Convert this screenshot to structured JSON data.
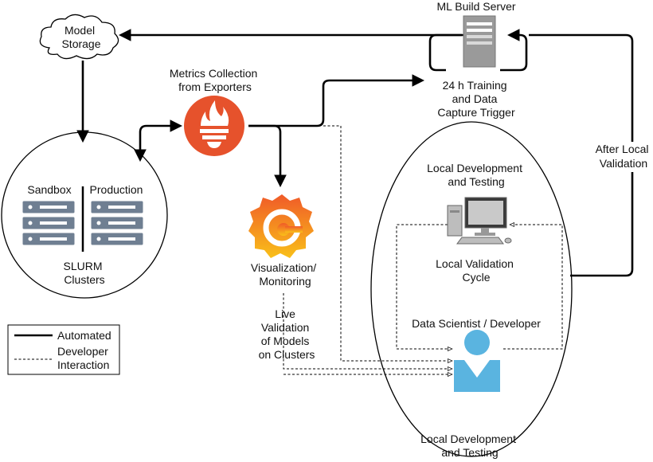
{
  "nodes": {
    "model_storage": [
      "Model",
      "Storage"
    ],
    "ml_build_server": "ML Build Server",
    "training_trigger": [
      "24 h Training",
      "and Data",
      "Capture Trigger"
    ],
    "metrics_collection": [
      "Metrics Collection",
      "from Exporters"
    ],
    "sandbox": "Sandbox",
    "production": "Production",
    "slurm_clusters": [
      "SLURM",
      "Clusters"
    ],
    "visualization": [
      "Visualization/",
      "Monitoring"
    ],
    "live_validation": [
      "Live",
      "Validation",
      "of Models",
      "on Clusters"
    ],
    "local_dev_top": [
      "Local Development",
      "and Testing"
    ],
    "local_validation_cycle": [
      "Local Validation",
      "Cycle"
    ],
    "data_scientist": "Data Scientist / Developer",
    "after_local_validation": [
      "After Local",
      "Validation"
    ],
    "local_dev_bottom": [
      "Local Development",
      "and Testing"
    ]
  },
  "legend": {
    "automated": "Automated",
    "developer_interaction": [
      "Developer",
      "Interaction"
    ]
  },
  "colors": {
    "line": "#000000",
    "prometheus_orange": "#E6522C",
    "grafana_orange": "#F57F20",
    "grafana_yellow": "#F9C019",
    "person_blue": "#5AB4E0",
    "server_gray": "#9A9A9A",
    "cluster_gray": "#6F7F92"
  },
  "icons": [
    "cloud-icon",
    "server-tower-icon",
    "prometheus-icon",
    "grafana-icon",
    "rack-server-icon",
    "desktop-computer-icon",
    "person-icon"
  ]
}
